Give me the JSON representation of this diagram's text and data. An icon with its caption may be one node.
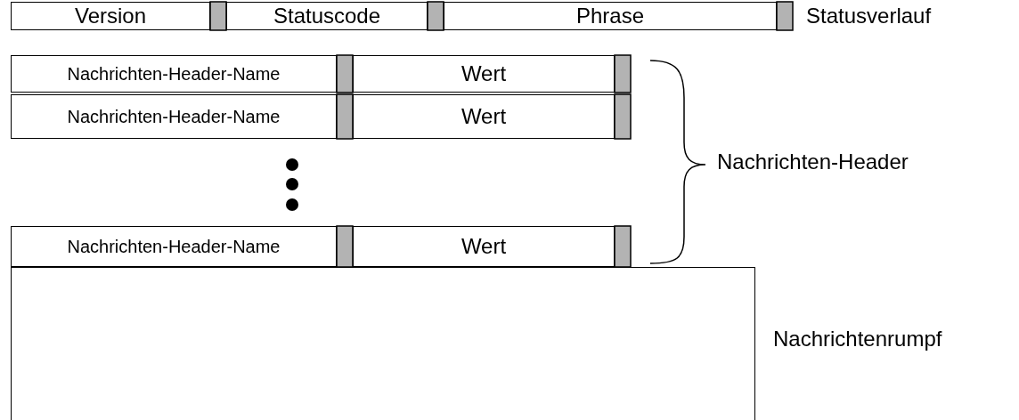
{
  "diagram": {
    "nodes": [
      {
        "text": [
          "Version"
        ]
      },
      {
        "text": [
          "Statuscode"
        ]
      },
      {
        "text": [
          "Phrase"
        ]
      },
      {
        "text": [
          "Nachrichten-Header-Name"
        ]
      },
      {
        "text": [
          "Wert"
        ]
      },
      {
        "text": [
          "Nachrichten-Header-Name"
        ]
      },
      {
        "text": [
          "Wert"
        ]
      },
      {
        "text": [
          "Nachrichten-Header-Name"
        ]
      },
      {
        "text": [
          "Wert"
        ]
      },
      {
        "text": [],
        "shape": "box"
      }
    ],
    "labels": [
      "Statusverlauf",
      "Nachrichten-Header",
      "Nachrichtenrumpf"
    ]
  }
}
